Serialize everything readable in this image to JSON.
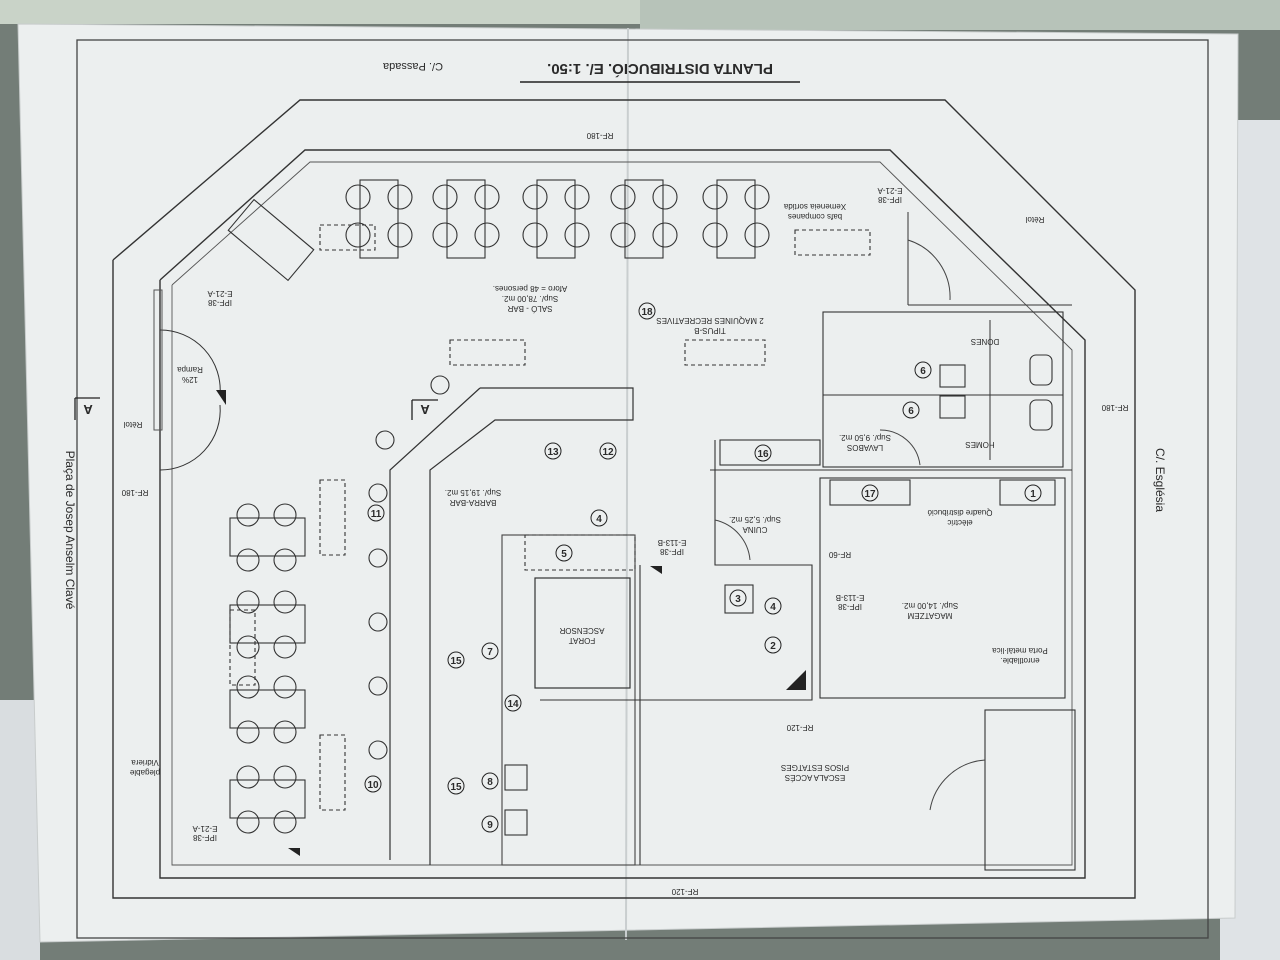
{
  "plan": {
    "title": "PLANTA DISTRIBUCIÓ.  E/. 1:50.",
    "streets": {
      "top": "C/. Passada",
      "left": "Plaça de Josep Anselm Clavé",
      "right": "C/. Església"
    },
    "rooms": {
      "salo": [
        "SALÓ - BAR",
        "Sup/. 78,00 m2.",
        "Aforo = 48 persones."
      ],
      "barra": [
        "BARRA-BAR",
        "Sup/. 19,15 m2."
      ],
      "cuina": [
        "CUINA",
        "Sup/. 5,25 m2."
      ],
      "lavabos": [
        "LAVABOS",
        "Sup/. 9,50 m2."
      ],
      "magatzem": [
        "MAGATZEM",
        "Sup/. 14,00 m2."
      ],
      "dones": "DONES",
      "homes": "HOMES",
      "forat": [
        "FORAT",
        "ASCENSOR"
      ],
      "escala": [
        "ESCALA ACCÉS",
        "PISOS ESTATGES"
      ]
    },
    "notes": {
      "maquines": [
        "2 MAQUINES RECREATIVES",
        "TIPUS-B"
      ],
      "xemeneia": [
        "Xemeneia sortida",
        "bafs companes"
      ],
      "quadre": [
        "Quadre distribució",
        "elèctric"
      ],
      "porta": [
        "Porta metàl·lica",
        "enrotllable."
      ],
      "vidriera": [
        "Vidriera",
        "plegable"
      ],
      "rampa": [
        "Rampa",
        "12%"
      ],
      "retol": "Rètol",
      "section": "A"
    },
    "tags": {
      "ipf38_e21a": [
        "IPF-38",
        "E-21-A"
      ],
      "ipf38_e113b": [
        "IPF-38",
        "E-113-B"
      ],
      "rf180": "RF-180",
      "rf120": "RF-120",
      "rf60": "RF-60"
    },
    "markers": [
      "1",
      "2",
      "3",
      "4",
      "5",
      "6",
      "7",
      "8",
      "9",
      "10",
      "11",
      "12",
      "13",
      "14",
      "15",
      "16",
      "17",
      "18"
    ]
  }
}
